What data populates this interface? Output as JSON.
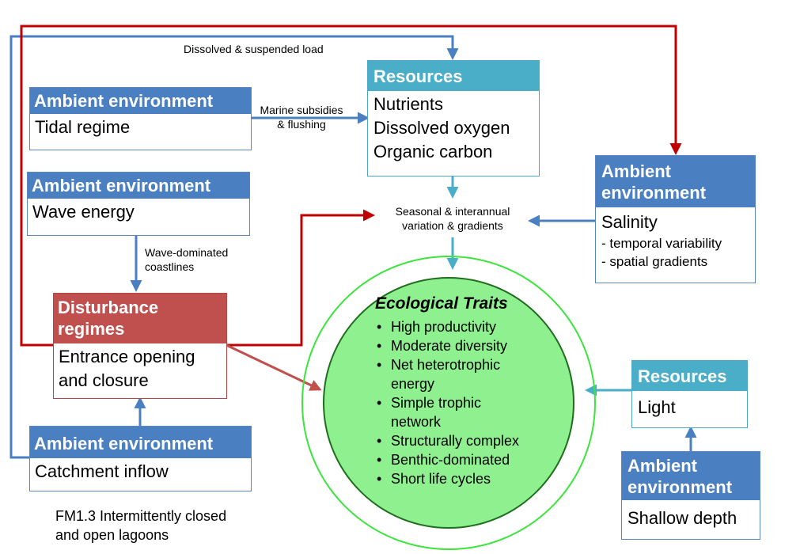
{
  "colors": {
    "ambient_header": "#4a7fc1",
    "resources_header": "#4aaec8",
    "disturbance_header": "#c0504d",
    "blue_arrow": "#4a7fc1",
    "cyan_arrow": "#4aaec8",
    "red_arrow": "#c00000",
    "core_fill": "#8ff08f",
    "outer_ring": "#3ce43c"
  },
  "boxes": {
    "tidal": {
      "header": "Ambient environment",
      "body": "Tidal regime"
    },
    "wave": {
      "header": "Ambient environment",
      "body": "Wave energy"
    },
    "disturbance": {
      "header_line1": "Disturbance",
      "header_line2": "regimes",
      "body_line1": "Entrance opening",
      "body_line2": "and closure"
    },
    "catchment": {
      "header": "Ambient environment",
      "body": "Catchment inflow"
    },
    "resources_top": {
      "header": "Resources",
      "items": [
        "Nutrients",
        "Dissolved oxygen",
        "Organic carbon"
      ]
    },
    "salinity": {
      "header_line1": "Ambient",
      "header_line2": "environment",
      "body": "Salinity",
      "items": [
        "- temporal variability",
        "- spatial gradients"
      ]
    },
    "resources_light": {
      "header": "Resources",
      "body": "Light"
    },
    "shallow": {
      "header_line1": "Ambient",
      "header_line2": "environment",
      "body": "Shallow depth"
    }
  },
  "labels": {
    "dissolved_load": "Dissolved & suspended load",
    "marine_line1": "Marine subsidies",
    "marine_line2": "& flushing",
    "wave_dom_line1": "Wave-dominated",
    "wave_dom_line2": "coastlines",
    "seasonal_line1": "Seasonal & interannual",
    "seasonal_line2": "variation & gradients"
  },
  "core": {
    "title": "Ecological Traits",
    "traits": [
      [
        "High productivity"
      ],
      [
        "Moderate diversity"
      ],
      [
        "Net heterotrophic",
        "energy"
      ],
      [
        "Simple trophic",
        "network"
      ],
      [
        "Structurally complex"
      ],
      [
        "Benthic-dominated"
      ],
      [
        "Short life cycles"
      ]
    ]
  },
  "caption": {
    "line1": "FM1.3 Intermittently closed",
    "line2": "and open lagoons"
  }
}
